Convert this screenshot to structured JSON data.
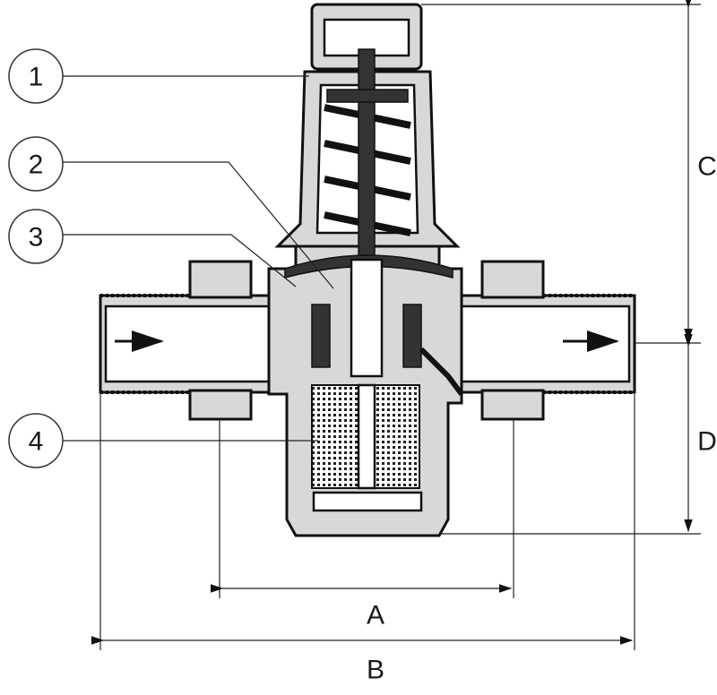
{
  "diagram": {
    "callouts": [
      "1",
      "2",
      "3",
      "4"
    ],
    "dimensions": {
      "a": "A",
      "b": "B",
      "c": "C",
      "d": "D"
    },
    "colors": {
      "line": "#111111",
      "body_fill": "#d8d8d8",
      "background": "#ffffff"
    }
  }
}
